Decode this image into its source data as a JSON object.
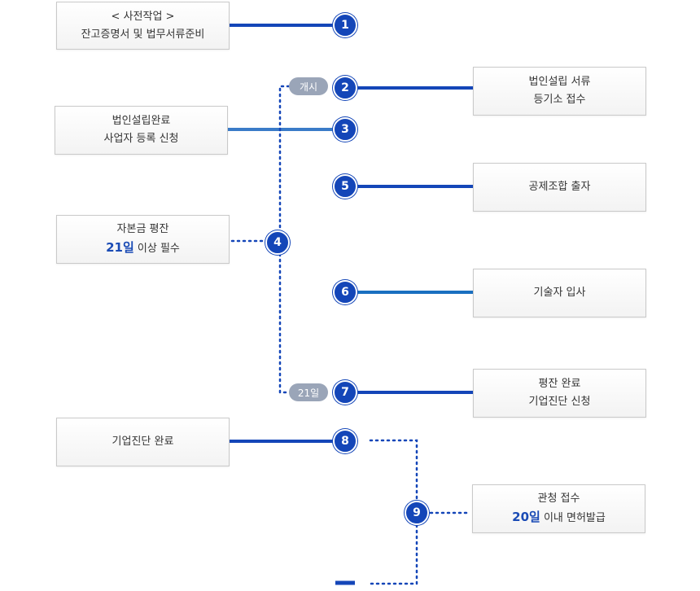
{
  "boxes": {
    "prework": {
      "line1": "< 사전작업 >",
      "line2": "잔고증명서 및 법무서류준비"
    },
    "corp_docs": {
      "line1": "법인설립 서류",
      "line2": "등기소 접수"
    },
    "corp_complete": {
      "line1": "법인설립완료",
      "line2": "사업자 등록 신청"
    },
    "mutual_aid": {
      "line1": "공제조합 출자"
    },
    "capital": {
      "line1": "자본금 평잔",
      "highlight": "21일",
      "rest": " 이상 필수"
    },
    "engineer": {
      "line1": "기술자 입사"
    },
    "balance_done": {
      "line1": "평잔 완료",
      "line2": "기업진단 신청"
    },
    "diagnosis_done": {
      "line1": "기업진단 완료"
    },
    "office": {
      "line1": "관청 접수",
      "highlight": "20일",
      "rest": " 이내 면허발급"
    }
  },
  "nodes": {
    "n1": "1",
    "n2": "2",
    "n3": "3",
    "n4": "4",
    "n5": "5",
    "n6": "6",
    "n7": "7",
    "n8": "8",
    "n9": "9"
  },
  "pills": {
    "start": "개시",
    "days21": "21일"
  },
  "colors": {
    "primary": "#1446b8",
    "primary_light": "#3a7bc8",
    "teal": "#17a08a",
    "pill": "#9aa5b8",
    "dotted": "#1446b8"
  }
}
